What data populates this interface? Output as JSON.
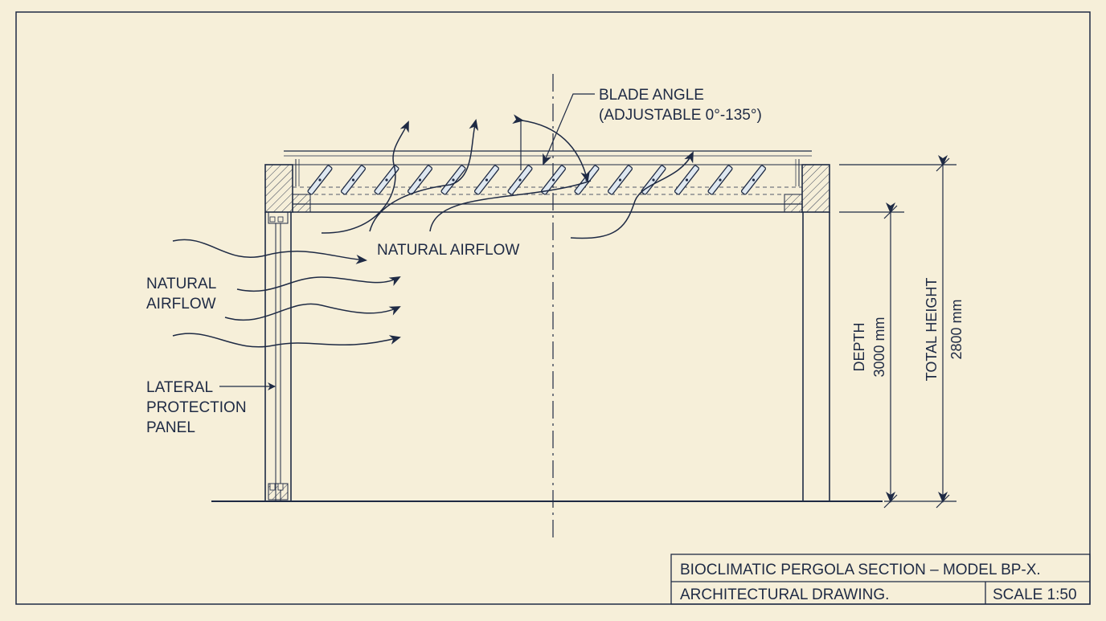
{
  "labels": {
    "blade_angle_line1": "BLADE ANGLE",
    "blade_angle_line2": "(ADJUSTABLE 0°-135°)",
    "airflow_roof": "NATURAL AIRFLOW",
    "airflow_side_line1": "NATURAL",
    "airflow_side_line2": "AIRFLOW",
    "lateral_line1": "LATERAL",
    "lateral_line2": "PROTECTION",
    "lateral_line3": "PANEL"
  },
  "dimensions": {
    "depth_label": "DEPTH",
    "depth_value": "3000 mm",
    "height_label": "TOTAL HEIGHT",
    "height_value": "2800 mm"
  },
  "title_block": {
    "title": "BIOCLIMATIC PERGOLA SECTION – MODEL BP-X.",
    "subtitle": "ARCHITECTURAL DRAWING.",
    "scale": "SCALE 1:50"
  },
  "colors": {
    "paper": "#f6efd9",
    "ink": "#1e2a44",
    "blade_fill": "#dfe8f0"
  }
}
